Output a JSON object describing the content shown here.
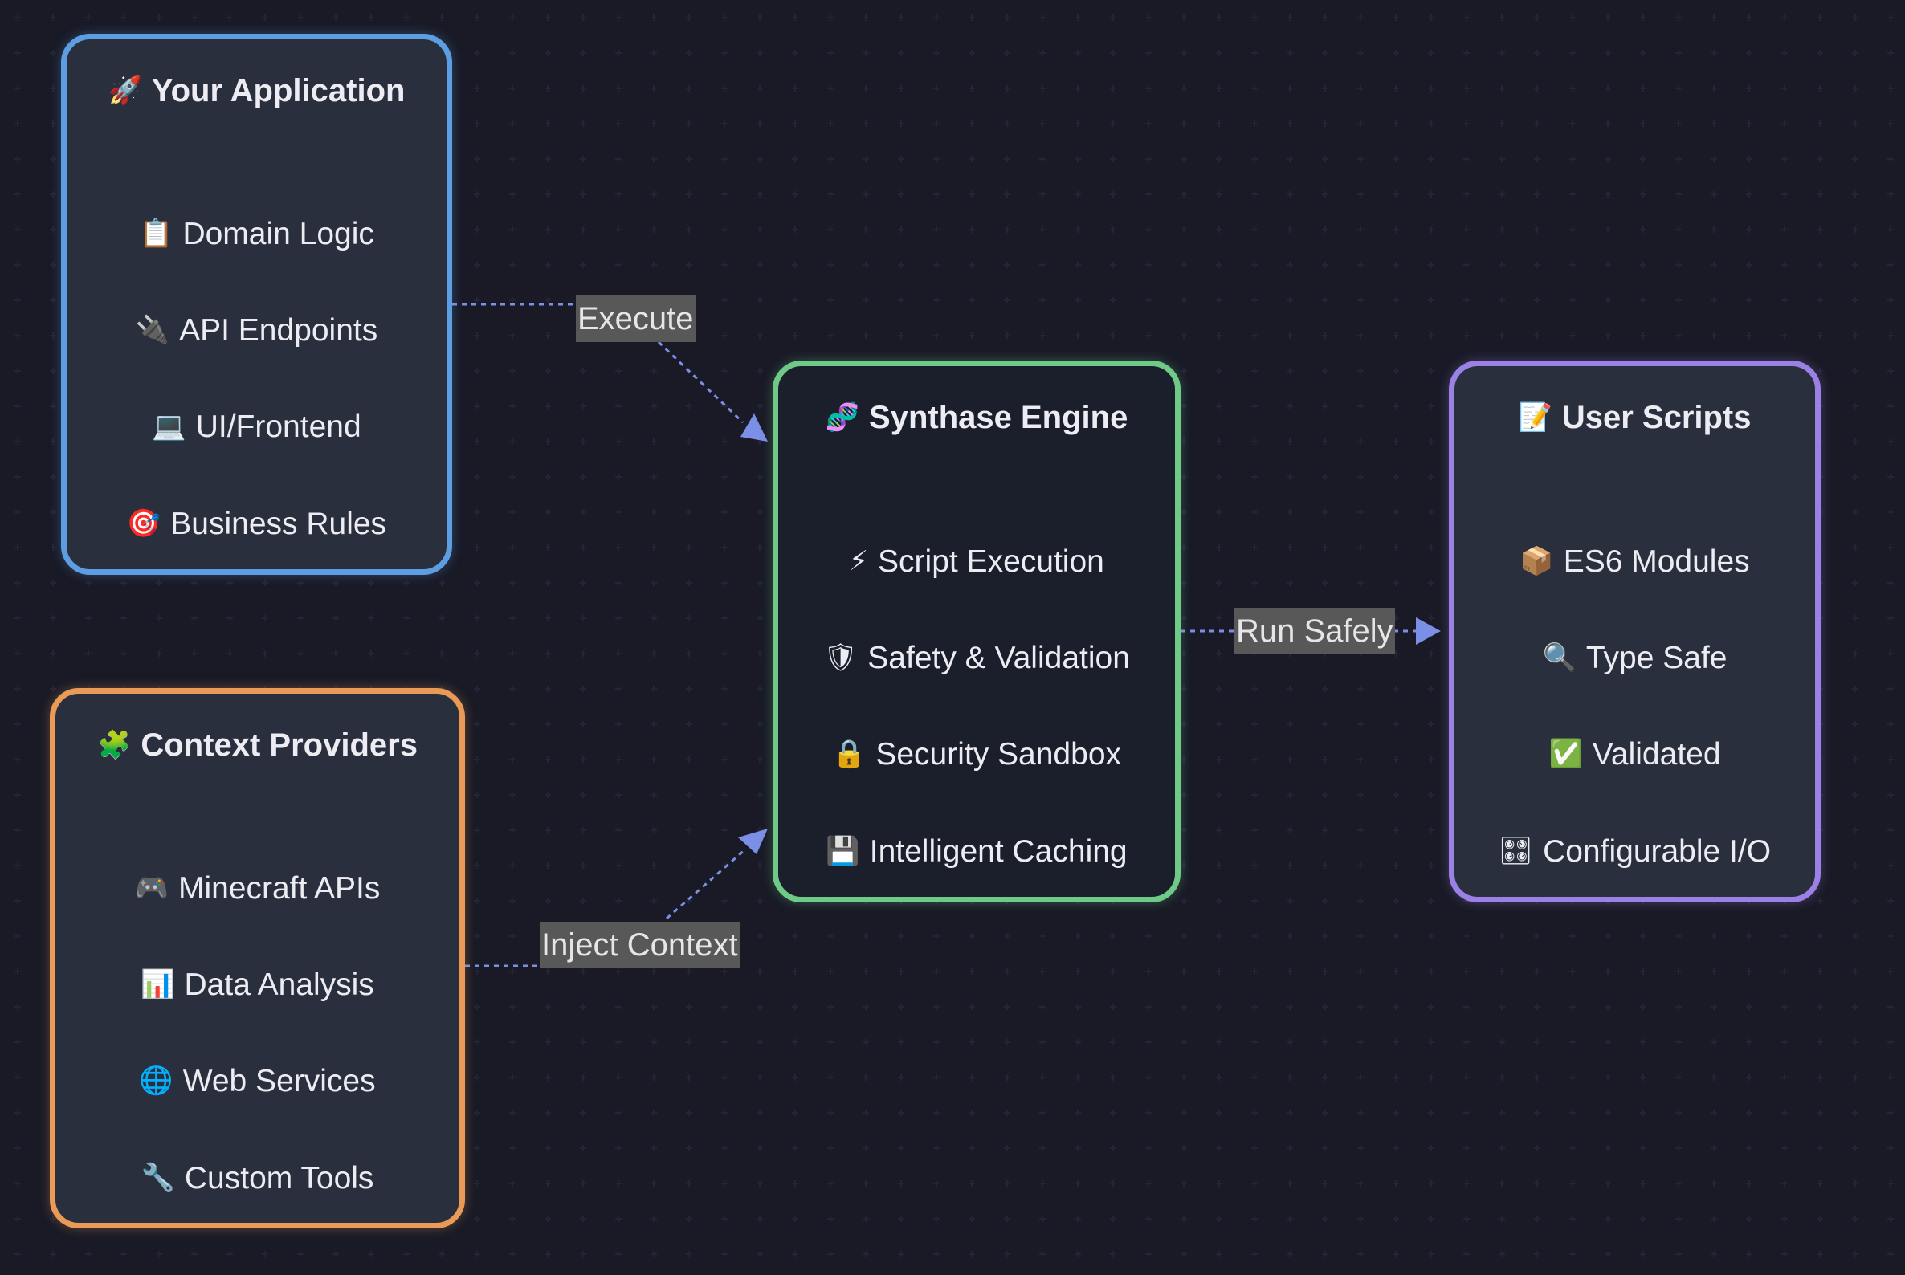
{
  "diagram": {
    "nodes": {
      "app": {
        "title": "Your Application",
        "title_icon": "🚀",
        "items": [
          {
            "icon": "📋",
            "label": "Domain Logic"
          },
          {
            "icon": "🔌",
            "label": "API Endpoints"
          },
          {
            "icon": "💻",
            "label": "UI/Frontend"
          },
          {
            "icon": "🎯",
            "label": "Business Rules"
          }
        ],
        "border_color": "#5d9ee3"
      },
      "context": {
        "title": "Context Providers",
        "title_icon": "🧩",
        "items": [
          {
            "icon": "🎮",
            "label": "Minecraft APIs"
          },
          {
            "icon": "📊",
            "label": "Data Analysis"
          },
          {
            "icon": "🌐",
            "label": "Web Services"
          },
          {
            "icon": "🔧",
            "label": "Custom Tools"
          }
        ],
        "border_color": "#e99a57"
      },
      "engine": {
        "title": "Synthase Engine",
        "title_icon": "🧬",
        "items": [
          {
            "icon": "⚡",
            "label": "Script Execution"
          },
          {
            "icon": "🛡",
            "label": "Safety & Validation"
          },
          {
            "icon": "🔒",
            "label": "Security Sandbox"
          },
          {
            "icon": "💾",
            "label": "Intelligent Caching"
          }
        ],
        "border_color": "#6fc987"
      },
      "scripts": {
        "title": "User Scripts",
        "title_icon": "📝",
        "items": [
          {
            "icon": "📦",
            "label": "ES6 Modules"
          },
          {
            "icon": "🔍",
            "label": "Type Safe"
          },
          {
            "icon": "✅",
            "label": "Validated"
          },
          {
            "icon": "🎛",
            "label": "Configurable I/O"
          }
        ],
        "border_color": "#9b80e6"
      }
    },
    "edges": [
      {
        "from": "app",
        "to": "engine",
        "label": "Execute"
      },
      {
        "from": "context",
        "to": "engine",
        "label": "Inject Context"
      },
      {
        "from": "engine",
        "to": "scripts",
        "label": "Run Safely"
      }
    ],
    "edge_color": "#7b8fe6",
    "background": "#191a26"
  }
}
